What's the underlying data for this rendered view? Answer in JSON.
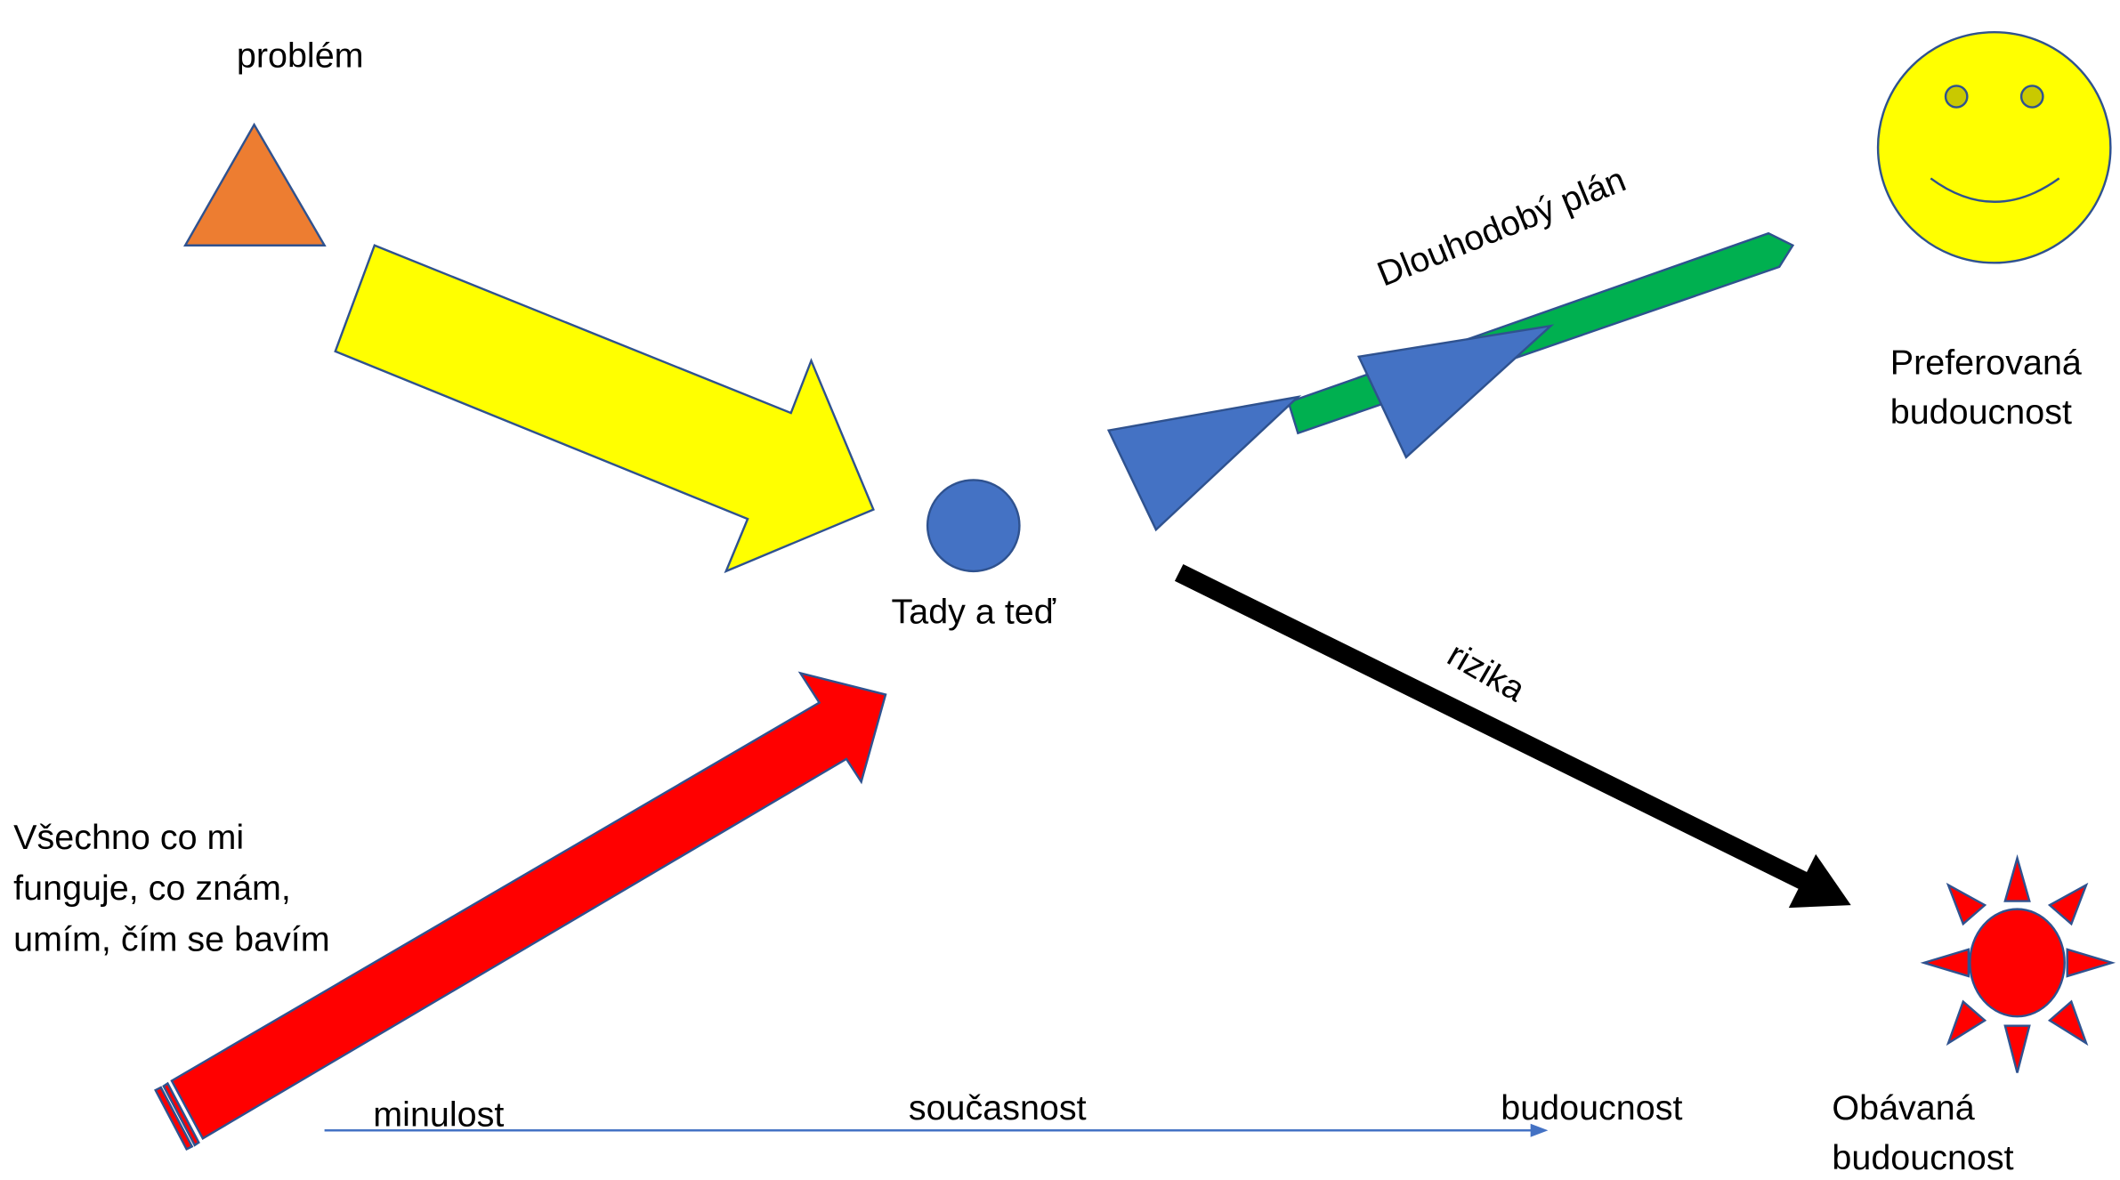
{
  "labels": {
    "problem": "problém",
    "here_and_now": "Tady a teď",
    "long_term_plan": "Dlouhodobý plán",
    "preferred_future": [
      "Preferovaná",
      "budoucnost"
    ],
    "risks": "rizika",
    "feared_future": [
      "Obávaná",
      "budoucnost"
    ],
    "resources": [
      "Všechno co mi",
      "funguje, co znám,",
      "umím, čím se bavím"
    ]
  },
  "timeline": {
    "past": "minulost",
    "present": "současnost",
    "future": "budoucnost"
  },
  "icons": {
    "problem": "triangle-icon",
    "present": "circle-icon",
    "preferred_future": "smiley-face-icon",
    "feared_future": "sun-icon"
  },
  "colors": {
    "problem_triangle": "#ED7D31",
    "problem_arrow": "#FFFF00",
    "resources_arrow": "#FF0000",
    "present_circle": "#4472C4",
    "plan_arrow": "#00B050",
    "plan_triangles": "#4472C4",
    "risks_arrow": "#000000",
    "smiley_face": "#FFFF00",
    "smiley_eyes": "#C9C900",
    "sun": "#FF0000",
    "outline": "#2F528F",
    "timeline": "#4472C4"
  }
}
